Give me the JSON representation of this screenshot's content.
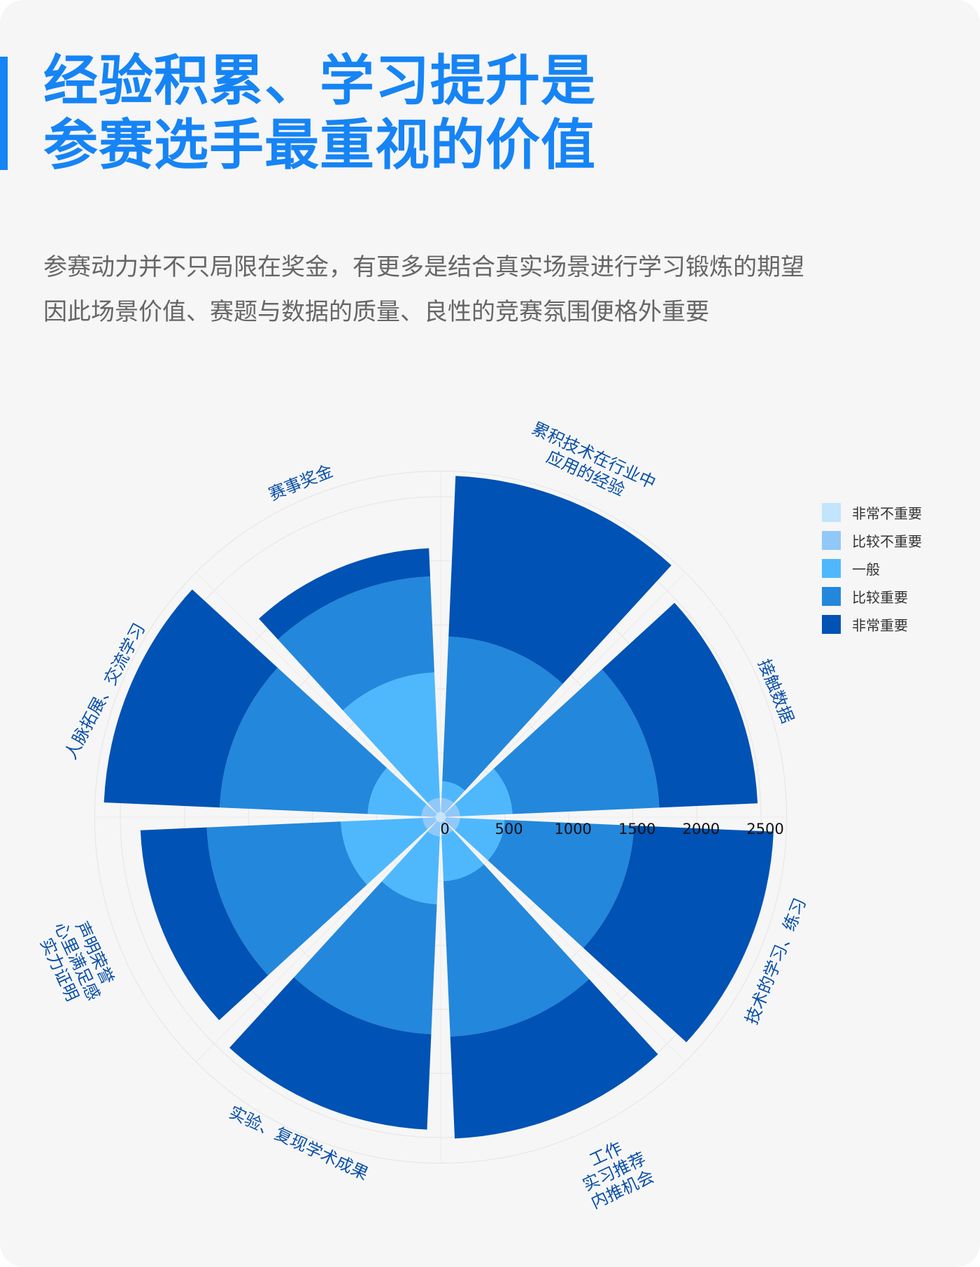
{
  "title": {
    "lines": [
      "经验积累、学习提升是",
      "参赛选手最重视的价值"
    ],
    "color": "#1684f5"
  },
  "subtitle": {
    "lines": [
      "参赛动力并不只局限在奖金，有更多是结合真实场景进行学习锻炼的期望",
      "因此场景价值、赛题与数据的质量、良性的竞赛氛围便格外重要"
    ]
  },
  "chart_data": {
    "type": "polar-stacked-bar",
    "title": "",
    "categories": [
      [
        "累积技术在行业中",
        "应用的经验"
      ],
      [
        "接触数据"
      ],
      [
        "技术的学习、练习"
      ],
      [
        "工作",
        "实习推荐",
        "内推机会"
      ],
      [
        "实验、复现学术成果"
      ],
      [
        "声明荣誉",
        "心里满足感",
        "实力证明"
      ],
      [
        "人脉拓展、交流学习"
      ],
      [
        "赛事奖金"
      ]
    ],
    "series": [
      {
        "name": "非常不重要",
        "color": "#c2e4fd",
        "values": [
          40,
          40,
          40,
          40,
          40,
          40,
          40,
          40
        ]
      },
      {
        "name": "比较不重要",
        "color": "#90c8fa",
        "values": [
          110,
          110,
          110,
          100,
          110,
          100,
          110,
          110
        ]
      },
      {
        "name": "一般",
        "color": "#4fb8fc",
        "values": [
          130,
          410,
          350,
          360,
          530,
          640,
          420,
          980
        ]
      },
      {
        "name": "比较重要",
        "color": "#2387dc",
        "values": [
          1130,
          1147,
          1010,
          1214,
          1015,
          1047,
          1156,
          750
        ]
      },
      {
        "name": "非常重要",
        "color": "#0052b4",
        "values": [
          1255,
          768,
          1090,
          796,
          745,
          518,
          904,
          220
        ]
      }
    ],
    "radius_axis": {
      "ticks": [
        "0",
        "500",
        "1000",
        "1500",
        "2000",
        "2500"
      ],
      "tick_values": [
        0,
        500,
        1000,
        1500,
        2000,
        2500
      ],
      "max": 2700
    },
    "legend_position": "right",
    "stacked": true
  }
}
